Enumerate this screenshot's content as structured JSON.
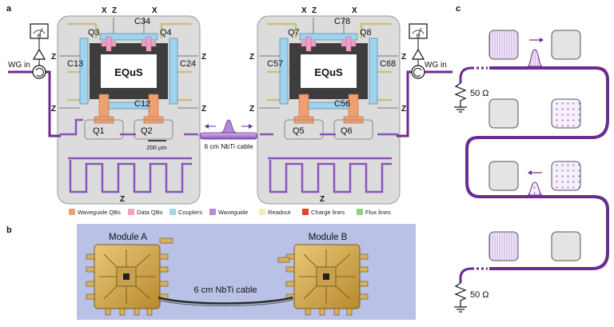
{
  "panels": {
    "a": "a",
    "b": "b",
    "c": "c"
  },
  "panel_a": {
    "flux_label": "Z",
    "charge_label": "X",
    "wg_in_left": "WG in",
    "wg_in_right": "WG in",
    "meter_left": "M",
    "meter_right": "M",
    "chip_left": {
      "title": "EQuS",
      "q_top_left": "Q3",
      "q_top_right": "Q4",
      "c_top": "C34",
      "c_left": "C13",
      "c_right": "C24",
      "c_bottom": "C12",
      "q_bottom_left": "Q1",
      "q_bottom_right": "Q2"
    },
    "chip_right": {
      "title": "EQuS",
      "q_top_left": "Q7",
      "q_top_right": "Q8",
      "c_top": "C78",
      "c_left": "C57",
      "c_right": "C68",
      "c_bottom": "C56",
      "q_bottom_left": "Q5",
      "q_bottom_right": "Q6"
    },
    "scale_bar": "200 µm",
    "cable_label": "6 cm NbTi cable",
    "legend": [
      {
        "label": "Waveguide QBs",
        "color": "#f0a070"
      },
      {
        "label": "Data QBs",
        "color": "#f2a0c8"
      },
      {
        "label": "Couplers",
        "color": "#9fd3ee"
      },
      {
        "label": "Waveguide",
        "color": "#b48ad6"
      },
      {
        "label": "Readout",
        "color": "#f3ecb0"
      },
      {
        "label": "Charge lines",
        "color": "#e0442a"
      },
      {
        "label": "Flux lines",
        "color": "#8fd47a"
      }
    ]
  },
  "panel_b": {
    "module_a": "Module A",
    "module_b": "Module B",
    "cable_label": "6 cm NbTi cable"
  },
  "panel_c": {
    "resistor_top": "50 Ω",
    "resistor_bottom": "50 Ω"
  },
  "colors": {
    "waveguide": "#6a2c91",
    "chip_bg": "#dcdcdc",
    "photo_bg": "#b9c2e6"
  }
}
